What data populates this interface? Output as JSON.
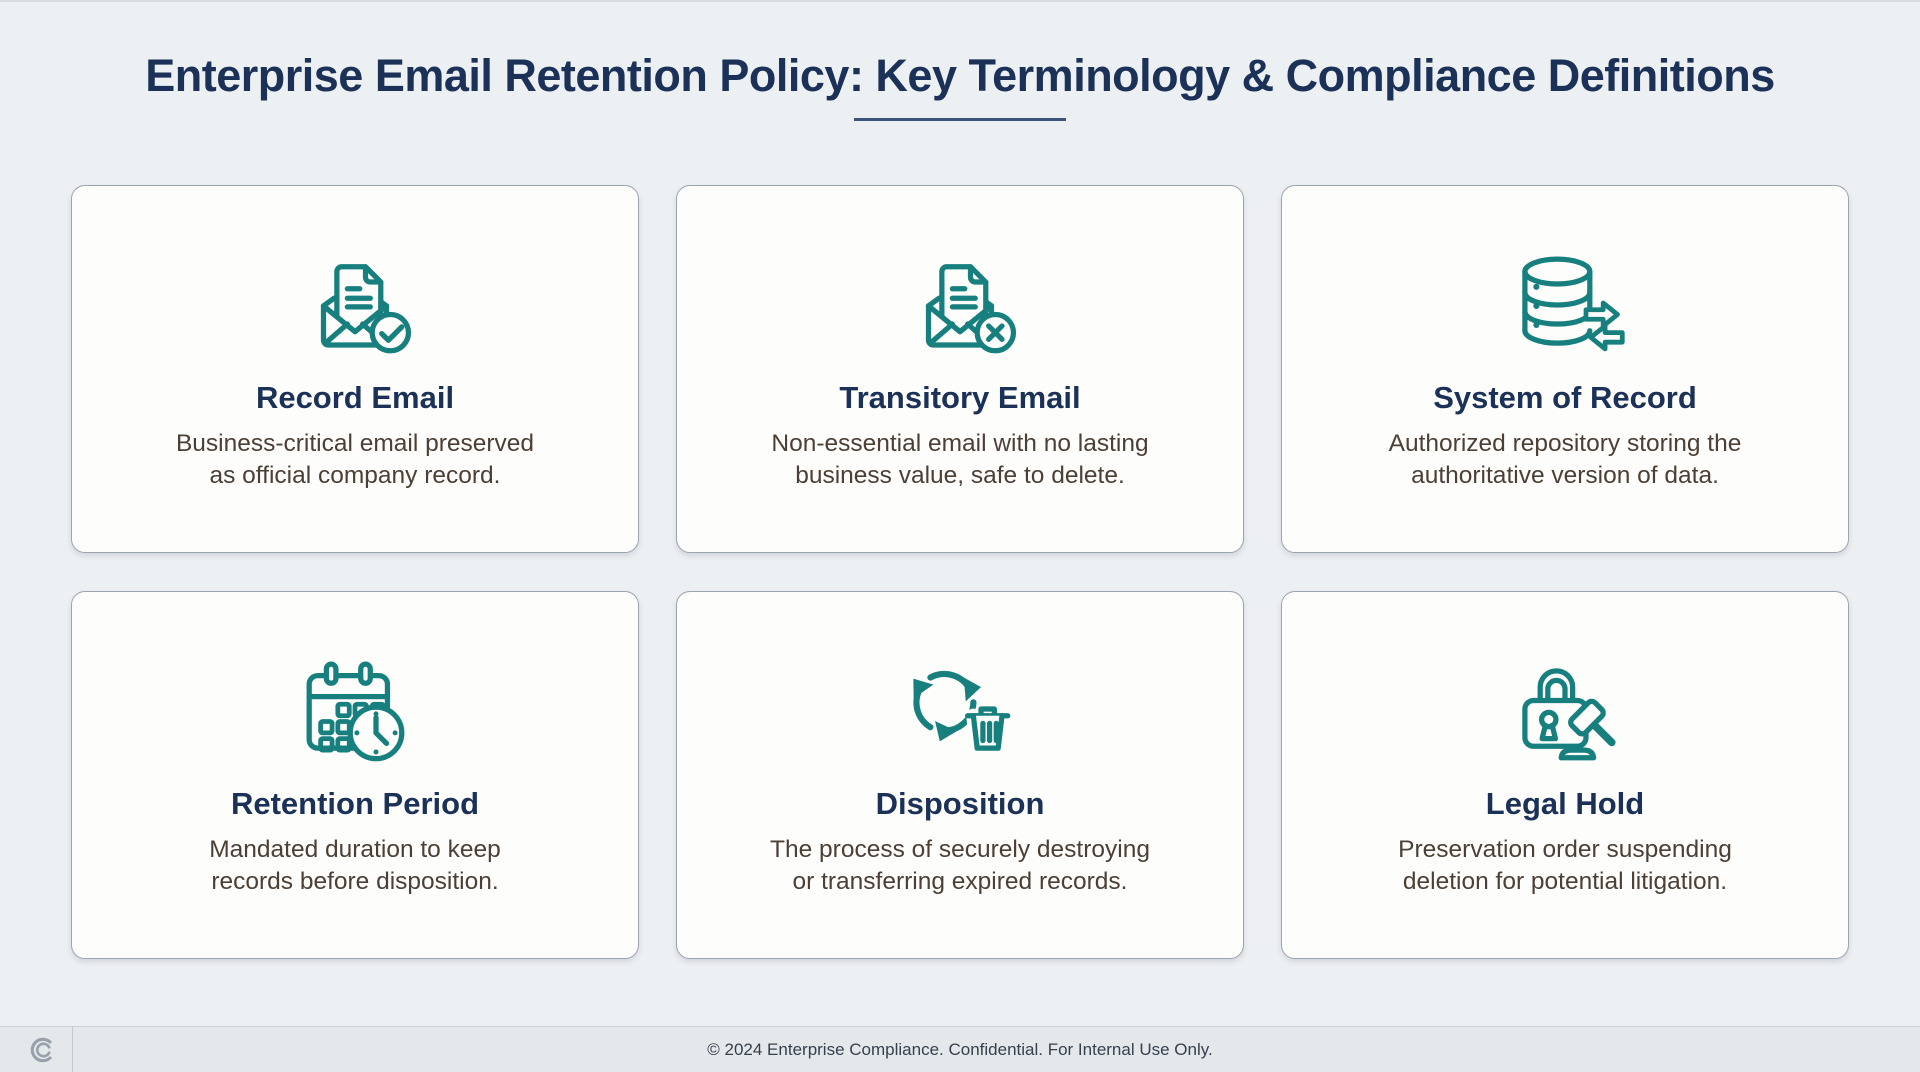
{
  "page": {
    "title": "Enterprise Email Retention Policy: Key Terminology & Compliance Definitions"
  },
  "cards": [
    {
      "id": "record-email",
      "icon": "envelope-document-check-icon",
      "title": "Record Email",
      "description": "Business-critical email preserved\nas official company record."
    },
    {
      "id": "transitory-email",
      "icon": "envelope-document-x-icon",
      "title": "Transitory Email",
      "description": "Non-essential email with no lasting\nbusiness value, safe to delete."
    },
    {
      "id": "system-of-record",
      "icon": "database-sync-arrows-icon",
      "title": "System of Record",
      "description": "Authorized repository storing the\nauthoritative version of data."
    },
    {
      "id": "retention-period",
      "icon": "calendar-clock-icon",
      "title": "Retention Period",
      "description": "Mandated duration to keep\nrecords before disposition."
    },
    {
      "id": "disposition",
      "icon": "recycle-trash-icon",
      "title": "Disposition",
      "description": "The process of securely destroying\nor transferring expired records."
    },
    {
      "id": "legal-hold",
      "icon": "lock-gavel-icon",
      "title": "Legal Hold",
      "description": "Preservation order suspending\ndeletion for potential litigation."
    }
  ],
  "footer": {
    "logo_icon": "double-c-logo",
    "copyright": "© 2024 Enterprise Compliance. Confidential. For Internal Use Only."
  },
  "colors": {
    "accent_teal": "#17807f",
    "title_navy": "#1b3157",
    "description_brown": "#4c4036",
    "card_background": "#fdfdfb",
    "card_border": "#9aa5b2",
    "page_background": "#edf0f3",
    "footer_background": "#e5e8eb"
  }
}
